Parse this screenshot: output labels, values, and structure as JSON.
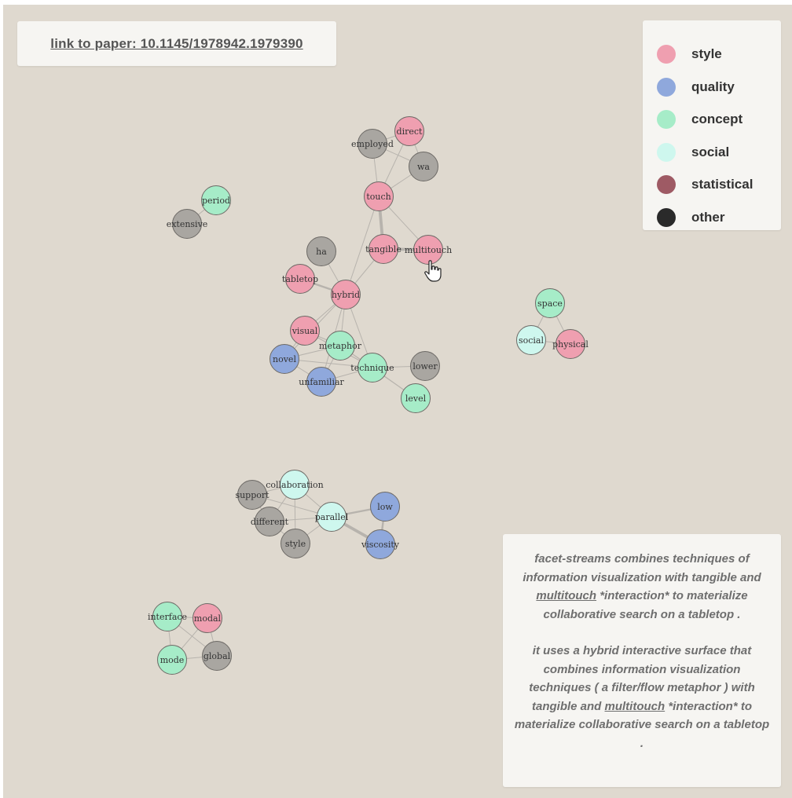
{
  "paper_link": "link to paper: 10.1145/1978942.1979390",
  "legend": [
    {
      "label": "style",
      "color": "#ef9fb0"
    },
    {
      "label": "quality",
      "color": "#8fa8dc"
    },
    {
      "label": "concept",
      "color": "#a6ecc8"
    },
    {
      "label": "social",
      "color": "#cef7ee"
    },
    {
      "label": "statistical",
      "color": "#9e5a64"
    },
    {
      "label": "other",
      "color": "#2a2a2a"
    }
  ],
  "description": {
    "p1": [
      {
        "t": "facet-streams combines techniques of information visualization with tangible and ",
        "u": false
      },
      {
        "t": "multitouch",
        "u": true
      },
      {
        "t": " *interaction* to materialize collaborative search on a tabletop .",
        "u": false
      }
    ],
    "p2": [
      {
        "t": "it uses a hybrid interactive surface that combines information visualization techniques ( a filter/flow metaphor ) with tangible and ",
        "u": false
      },
      {
        "t": "multitouch",
        "u": true
      },
      {
        "t": " *interaction* to materialize collaborative search on a tabletop .",
        "u": false
      }
    ]
  },
  "graph": {
    "nodes": [
      {
        "id": "direct",
        "label": "direct",
        "group": "style"
      },
      {
        "id": "employed",
        "label": "employed",
        "group": "other"
      },
      {
        "id": "wa",
        "label": "wa",
        "group": "other"
      },
      {
        "id": "touch",
        "label": "touch",
        "group": "style"
      },
      {
        "id": "tangible",
        "label": "tangible",
        "group": "style"
      },
      {
        "id": "multitouch",
        "label": "multitouch",
        "group": "style"
      },
      {
        "id": "ha",
        "label": "ha",
        "group": "other"
      },
      {
        "id": "tabletop",
        "label": "tabletop",
        "group": "style"
      },
      {
        "id": "hybrid",
        "label": "hybrid",
        "group": "style"
      },
      {
        "id": "visual",
        "label": "visual",
        "group": "style"
      },
      {
        "id": "metaphor",
        "label": "metaphor",
        "group": "concept"
      },
      {
        "id": "novel",
        "label": "novel",
        "group": "quality"
      },
      {
        "id": "unfamiliar",
        "label": "unfamiliar",
        "group": "quality"
      },
      {
        "id": "technique",
        "label": "technique",
        "group": "concept"
      },
      {
        "id": "lower",
        "label": "lower",
        "group": "other"
      },
      {
        "id": "level",
        "label": "level",
        "group": "concept"
      },
      {
        "id": "period",
        "label": "period",
        "group": "concept"
      },
      {
        "id": "extensive",
        "label": "extensive",
        "group": "other"
      },
      {
        "id": "space",
        "label": "space",
        "group": "concept"
      },
      {
        "id": "social",
        "label": "social",
        "group": "social"
      },
      {
        "id": "physical",
        "label": "physical",
        "group": "style"
      },
      {
        "id": "collaboration",
        "label": "collaboration",
        "group": "social"
      },
      {
        "id": "support",
        "label": "support",
        "group": "other"
      },
      {
        "id": "different",
        "label": "different",
        "group": "other"
      },
      {
        "id": "parallel",
        "label": "parallel",
        "group": "social"
      },
      {
        "id": "low",
        "label": "low",
        "group": "quality"
      },
      {
        "id": "style",
        "label": "style",
        "group": "other"
      },
      {
        "id": "viscosity",
        "label": "viscosity",
        "group": "quality"
      },
      {
        "id": "interface",
        "label": "interface",
        "group": "concept"
      },
      {
        "id": "modal",
        "label": "modal",
        "group": "style"
      },
      {
        "id": "mode",
        "label": "mode",
        "group": "concept"
      },
      {
        "id": "global",
        "label": "global",
        "group": "other"
      }
    ],
    "edges": [
      {
        "source": "direct",
        "target": "employed",
        "weight": 1
      },
      {
        "source": "direct",
        "target": "wa",
        "weight": 1
      },
      {
        "source": "direct",
        "target": "touch",
        "weight": 1
      },
      {
        "source": "employed",
        "target": "wa",
        "weight": 1
      },
      {
        "source": "employed",
        "target": "touch",
        "weight": 1
      },
      {
        "source": "wa",
        "target": "touch",
        "weight": 1
      },
      {
        "source": "touch",
        "target": "tangible",
        "weight": 3
      },
      {
        "source": "touch",
        "target": "hybrid",
        "weight": 1
      },
      {
        "source": "touch",
        "target": "multitouch",
        "weight": 1
      },
      {
        "source": "tangible",
        "target": "multitouch",
        "weight": 3
      },
      {
        "source": "tangible",
        "target": "hybrid",
        "weight": 1
      },
      {
        "source": "ha",
        "target": "hybrid",
        "weight": 1
      },
      {
        "source": "tabletop",
        "target": "hybrid",
        "weight": 2
      },
      {
        "source": "hybrid",
        "target": "visual",
        "weight": 1
      },
      {
        "source": "hybrid",
        "target": "metaphor",
        "weight": 1
      },
      {
        "source": "hybrid",
        "target": "novel",
        "weight": 1
      },
      {
        "source": "hybrid",
        "target": "unfamiliar",
        "weight": 1
      },
      {
        "source": "hybrid",
        "target": "technique",
        "weight": 1
      },
      {
        "source": "visual",
        "target": "metaphor",
        "weight": 1
      },
      {
        "source": "visual",
        "target": "novel",
        "weight": 1
      },
      {
        "source": "visual",
        "target": "technique",
        "weight": 1
      },
      {
        "source": "metaphor",
        "target": "novel",
        "weight": 1
      },
      {
        "source": "metaphor",
        "target": "unfamiliar",
        "weight": 1
      },
      {
        "source": "metaphor",
        "target": "technique",
        "weight": 1
      },
      {
        "source": "novel",
        "target": "unfamiliar",
        "weight": 1
      },
      {
        "source": "novel",
        "target": "technique",
        "weight": 1
      },
      {
        "source": "unfamiliar",
        "target": "technique",
        "weight": 1
      },
      {
        "source": "technique",
        "target": "lower",
        "weight": 1
      },
      {
        "source": "technique",
        "target": "level",
        "weight": 1
      },
      {
        "source": "metaphor",
        "target": "level",
        "weight": 1
      },
      {
        "source": "period",
        "target": "extensive",
        "weight": 1
      },
      {
        "source": "space",
        "target": "social",
        "weight": 1
      },
      {
        "source": "space",
        "target": "physical",
        "weight": 1
      },
      {
        "source": "social",
        "target": "physical",
        "weight": 1
      },
      {
        "source": "collaboration",
        "target": "support",
        "weight": 1
      },
      {
        "source": "collaboration",
        "target": "different",
        "weight": 1
      },
      {
        "source": "collaboration",
        "target": "parallel",
        "weight": 1
      },
      {
        "source": "collaboration",
        "target": "style",
        "weight": 1
      },
      {
        "source": "support",
        "target": "parallel",
        "weight": 1
      },
      {
        "source": "support",
        "target": "different",
        "weight": 1
      },
      {
        "source": "different",
        "target": "parallel",
        "weight": 1
      },
      {
        "source": "different",
        "target": "style",
        "weight": 1
      },
      {
        "source": "style",
        "target": "parallel",
        "weight": 1
      },
      {
        "source": "parallel",
        "target": "low",
        "weight": 2
      },
      {
        "source": "parallel",
        "target": "viscosity",
        "weight": 3
      },
      {
        "source": "low",
        "target": "viscosity",
        "weight": 2
      },
      {
        "source": "interface",
        "target": "modal",
        "weight": 1
      },
      {
        "source": "interface",
        "target": "mode",
        "weight": 1
      },
      {
        "source": "interface",
        "target": "global",
        "weight": 1
      },
      {
        "source": "modal",
        "target": "mode",
        "weight": 1
      },
      {
        "source": "modal",
        "target": "global",
        "weight": 1
      },
      {
        "source": "mode",
        "target": "global",
        "weight": 1
      }
    ]
  },
  "cursor": {
    "icon": "pointer-hand-icon",
    "over": "multitouch"
  }
}
